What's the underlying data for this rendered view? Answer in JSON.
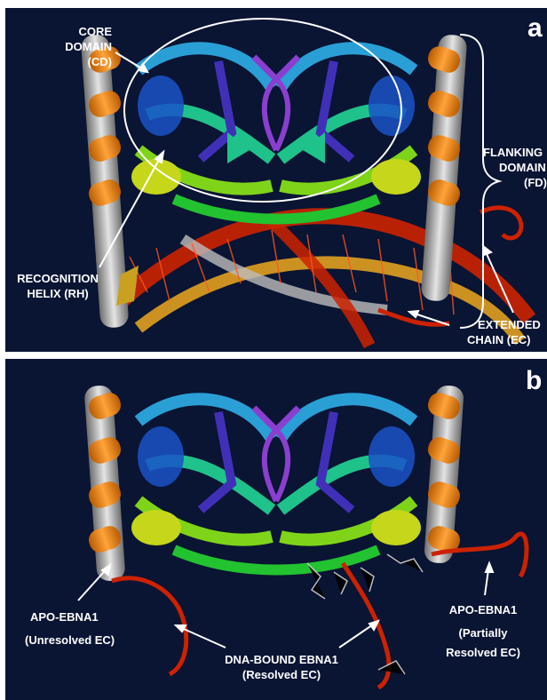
{
  "panel_a": {
    "letter": "a",
    "labels": {
      "core_domain": [
        "CORE",
        "DOMAIN",
        "(CD)"
      ],
      "flanking_domain": [
        "FLANKING",
        "DOMAIN",
        "(FD)"
      ],
      "recognition_helix": [
        "RECOGNITION",
        "HELIX (RH)"
      ],
      "extended_chain": [
        "EXTENDED",
        "CHAIN (EC)"
      ]
    }
  },
  "panel_b": {
    "letter": "b",
    "labels": {
      "apo_left": [
        "APO-EBNA1",
        "(Unresolved EC)"
      ],
      "dna_bound": [
        "DNA-BOUND EBNA1",
        "(Resolved EC)"
      ],
      "apo_right": [
        "APO-EBNA1",
        "(Partially",
        "Resolved EC)"
      ]
    }
  },
  "colors": {
    "background": "#0a1433",
    "label": "#ffffff",
    "orange_helix": "#f28a1a",
    "grey_helix": "#a8a8a8",
    "dna_red": "#cc2200",
    "dna_gold": "#e0a020",
    "purple_hairpin": "#8a3fd0"
  }
}
